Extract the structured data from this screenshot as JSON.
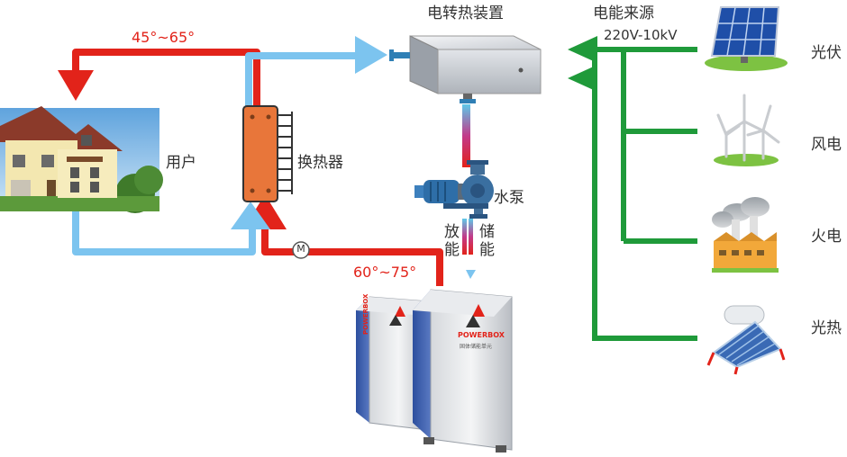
{
  "labels": {
    "device": "电转热装置",
    "source": "电能来源",
    "voltage": "220V-10kV",
    "user": "用户",
    "exchanger": "换热器",
    "pump": "水泵",
    "discharge": "放能",
    "store": "储能",
    "supply_temp": "45°~65°",
    "return_temp": "60°~75°",
    "motor": "M",
    "brand": "POWERBOX",
    "brand_sub": "固体储能单元"
  },
  "sources": [
    {
      "label": "光伏",
      "icon": "solar-panel-icon"
    },
    {
      "label": "风电",
      "icon": "wind-turbine-icon"
    },
    {
      "label": "火电",
      "icon": "power-plant-icon"
    },
    {
      "label": "光热",
      "icon": "solar-water-heater-icon"
    }
  ],
  "colors": {
    "hot": "#e2231a",
    "cold": "#7cc4ef",
    "power": "#1f9a3a",
    "exchanger": "#e8763a"
  }
}
